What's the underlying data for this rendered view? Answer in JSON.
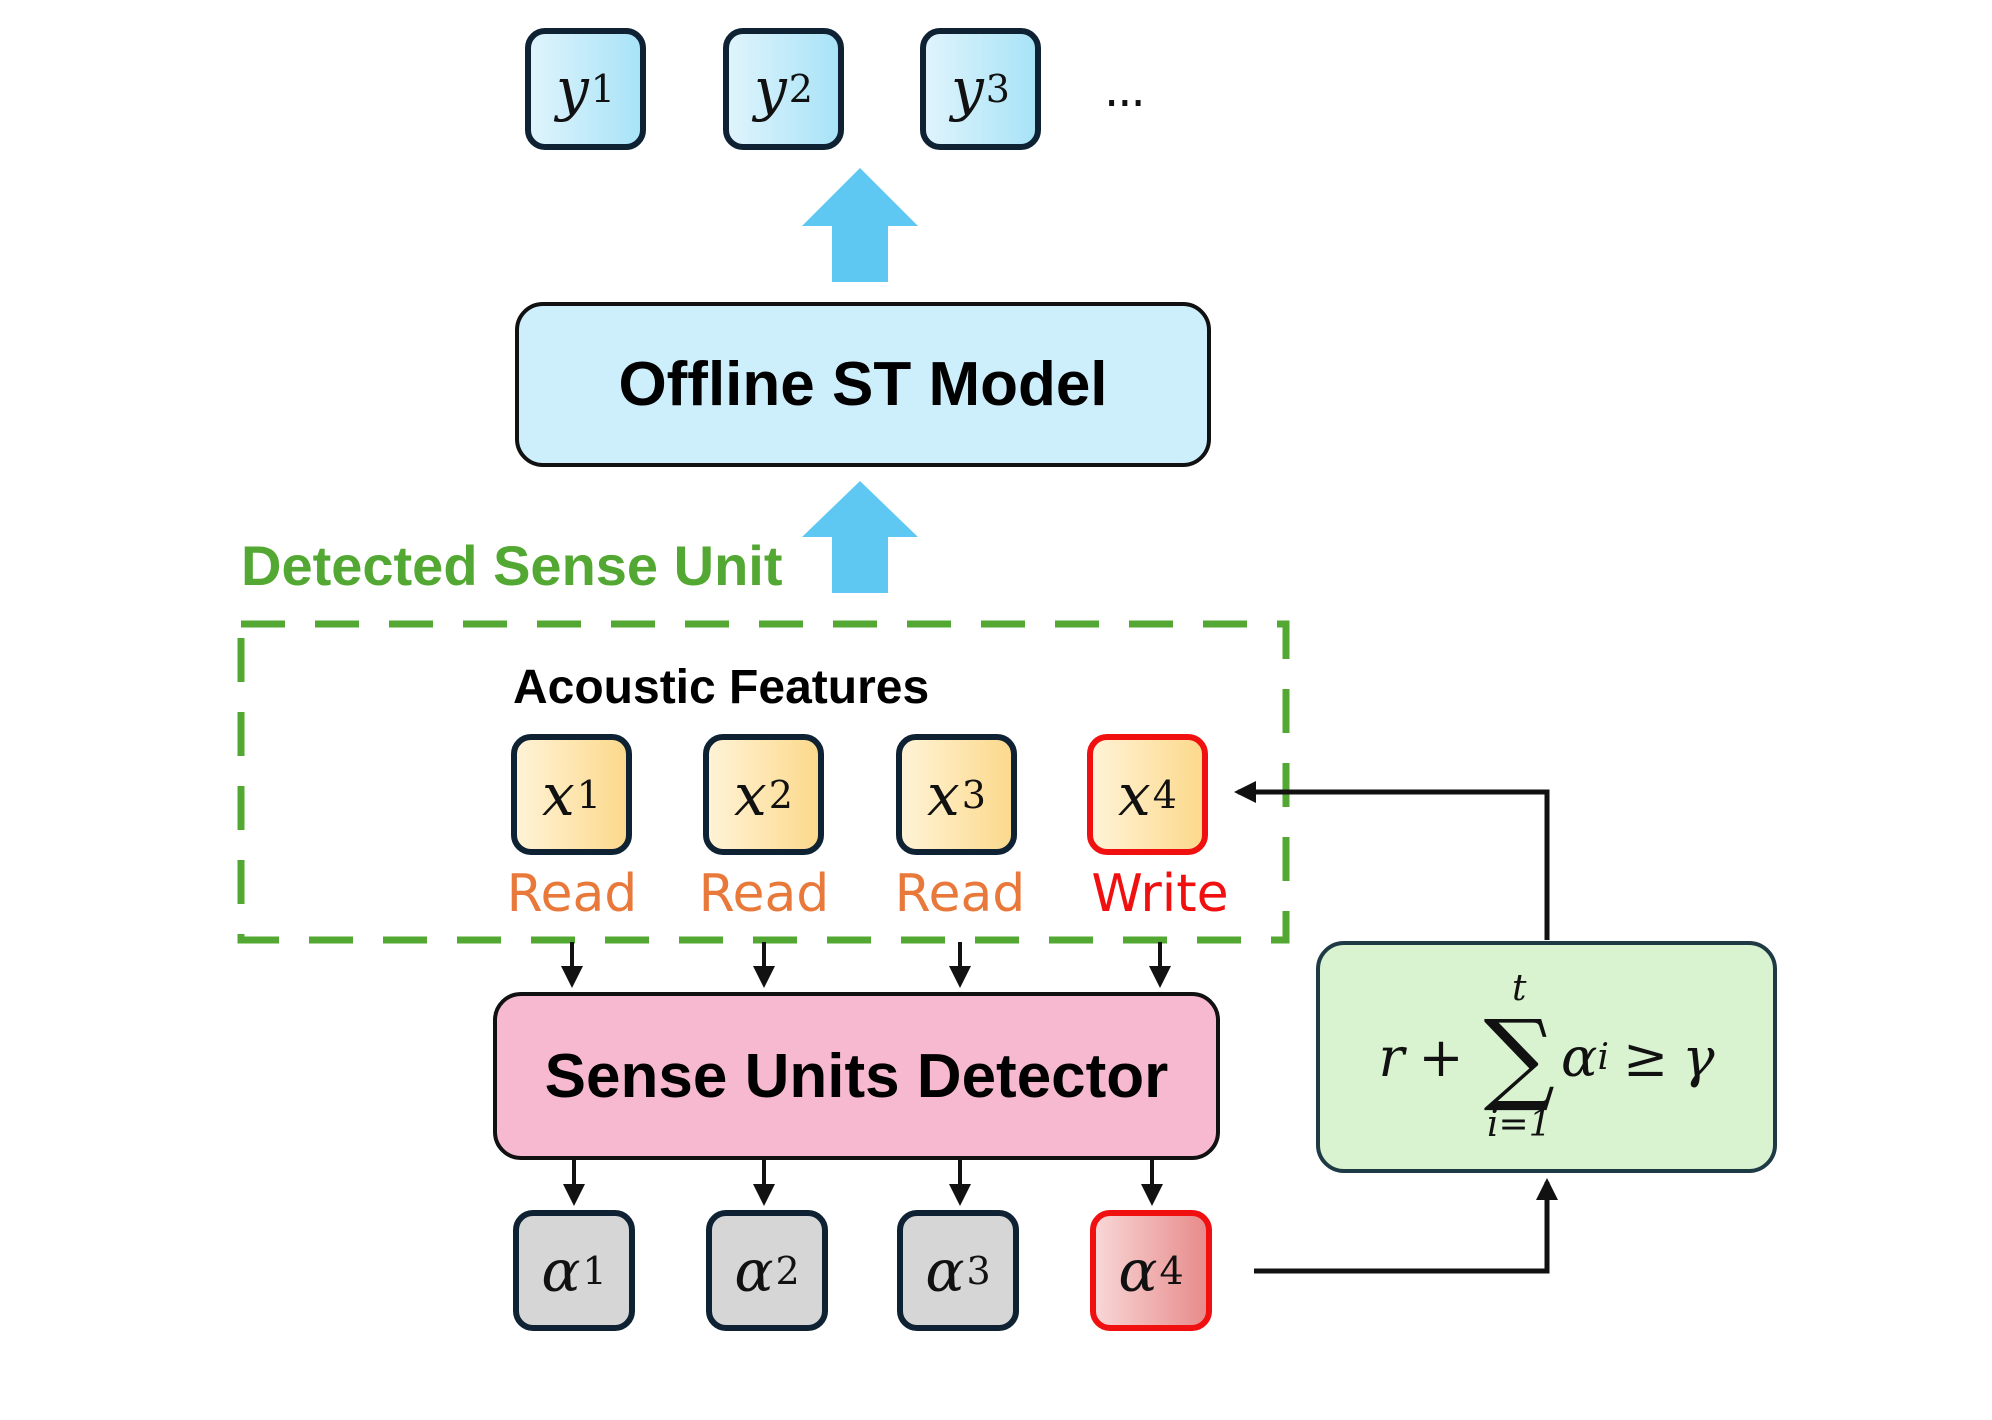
{
  "outputs": {
    "tokens": [
      {
        "var": "y",
        "sub": "1"
      },
      {
        "var": "y",
        "sub": "2"
      },
      {
        "var": "y",
        "sub": "3"
      }
    ],
    "ellipsis": "..."
  },
  "offline_model": {
    "label": "Offline ST Model"
  },
  "detected_unit": {
    "label": "Detected Sense Unit"
  },
  "acoustic": {
    "label": "Acoustic Features",
    "tokens": [
      {
        "var": "x",
        "sub": "1",
        "action": "Read"
      },
      {
        "var": "x",
        "sub": "2",
        "action": "Read"
      },
      {
        "var": "x",
        "sub": "3",
        "action": "Read"
      },
      {
        "var": "x",
        "sub": "4",
        "action": "Write"
      }
    ]
  },
  "detector": {
    "label": "Sense Units Detector"
  },
  "alphas": {
    "tokens": [
      {
        "var": "α",
        "sub": "1"
      },
      {
        "var": "α",
        "sub": "2"
      },
      {
        "var": "α",
        "sub": "3"
      },
      {
        "var": "α",
        "sub": "4"
      }
    ]
  },
  "formula": {
    "lhs_var": "r",
    "plus": "+",
    "sum_symbol": "∑",
    "upper_limit": "t",
    "lower_limit": "i=1",
    "term_var": "α",
    "term_sub": "i",
    "relation": "≥",
    "rhs_var": "γ"
  },
  "colors": {
    "arrow_blue": "#5ec8f2",
    "green": "#52a832",
    "read": "#e8793a",
    "write": "#f01010",
    "detector_fill": "#f7b9cf",
    "offline_fill": "#cdeefb",
    "formula_fill": "#d9f2d0"
  }
}
